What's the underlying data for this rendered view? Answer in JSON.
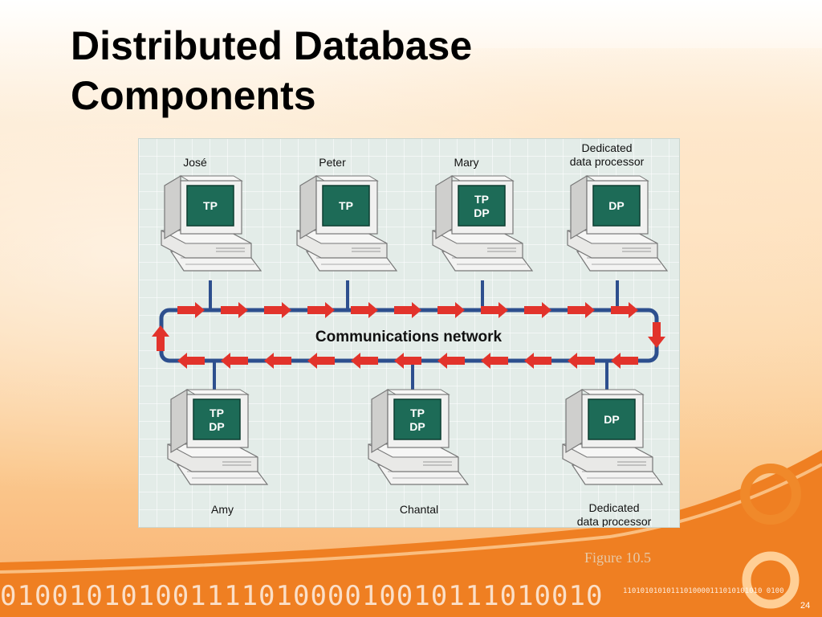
{
  "slide": {
    "title_line1": "Distributed Database",
    "title_line2": "Components",
    "caption": "Figure 10.5",
    "page_number": "24",
    "binary_text": "01001010100111101000010010111010010",
    "binary_small": "11010101010111010000111010101010 0100"
  },
  "diagram": {
    "network_label": "Communications network",
    "top_nodes": [
      {
        "name": "José",
        "screen": [
          "TP"
        ]
      },
      {
        "name": "Peter",
        "screen": [
          "TP"
        ]
      },
      {
        "name": "Mary",
        "screen": [
          "TP",
          "DP"
        ]
      },
      {
        "name": [
          "Dedicated",
          "data processor"
        ],
        "screen": [
          "DP"
        ]
      }
    ],
    "bottom_nodes": [
      {
        "name": "Amy",
        "screen": [
          "TP",
          "DP"
        ]
      },
      {
        "name": "Chantal",
        "screen": [
          "TP",
          "DP"
        ]
      },
      {
        "name": [
          "Dedicated",
          "data processor"
        ],
        "screen": [
          "DP"
        ]
      }
    ],
    "colors": {
      "network_line": "#2d4f8e",
      "arrow": "#e2332b",
      "screen": "#1d6b57",
      "computer_body": "#f1f1f0",
      "accent_orange": "#f58a1f"
    }
  }
}
